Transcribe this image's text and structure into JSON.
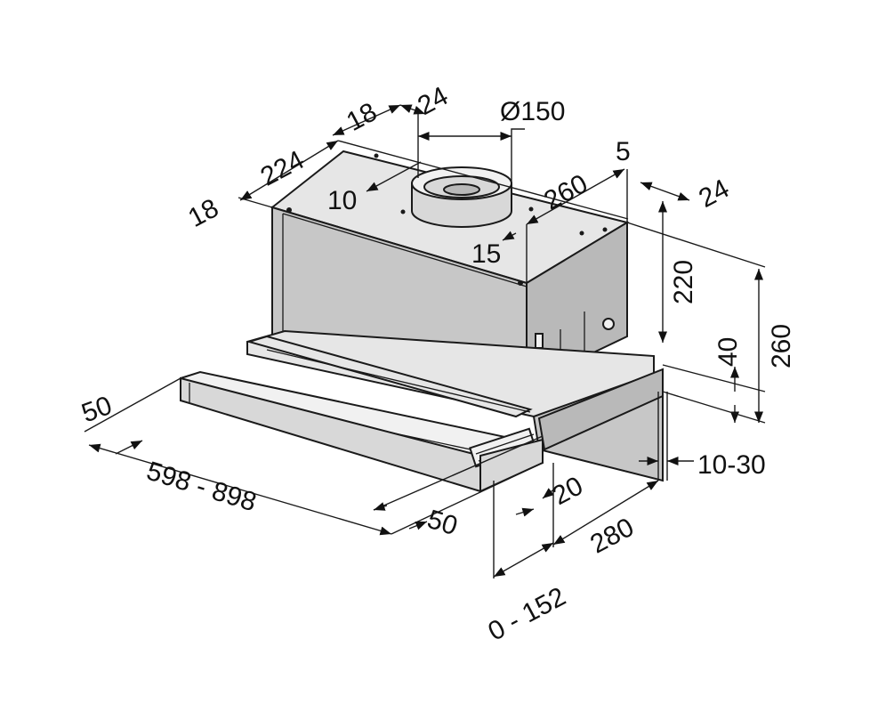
{
  "dimensions": {
    "d_150": "Ø150",
    "d_24_top": "24",
    "d_18_top": "18",
    "d_224": "224",
    "d_18_left": "18",
    "d_10": "10",
    "d_260_top": "260",
    "d_5": "5",
    "d_15": "15",
    "d_24_right": "24",
    "d_220": "220",
    "d_260_right": "260",
    "d_40": "40",
    "d_10_30": "10-30",
    "d_50_left": "50",
    "d_598_898": "598 - 898",
    "d_50_front": "50",
    "d_20": "20",
    "d_280": "280",
    "d_0_152": "0 - 152"
  }
}
